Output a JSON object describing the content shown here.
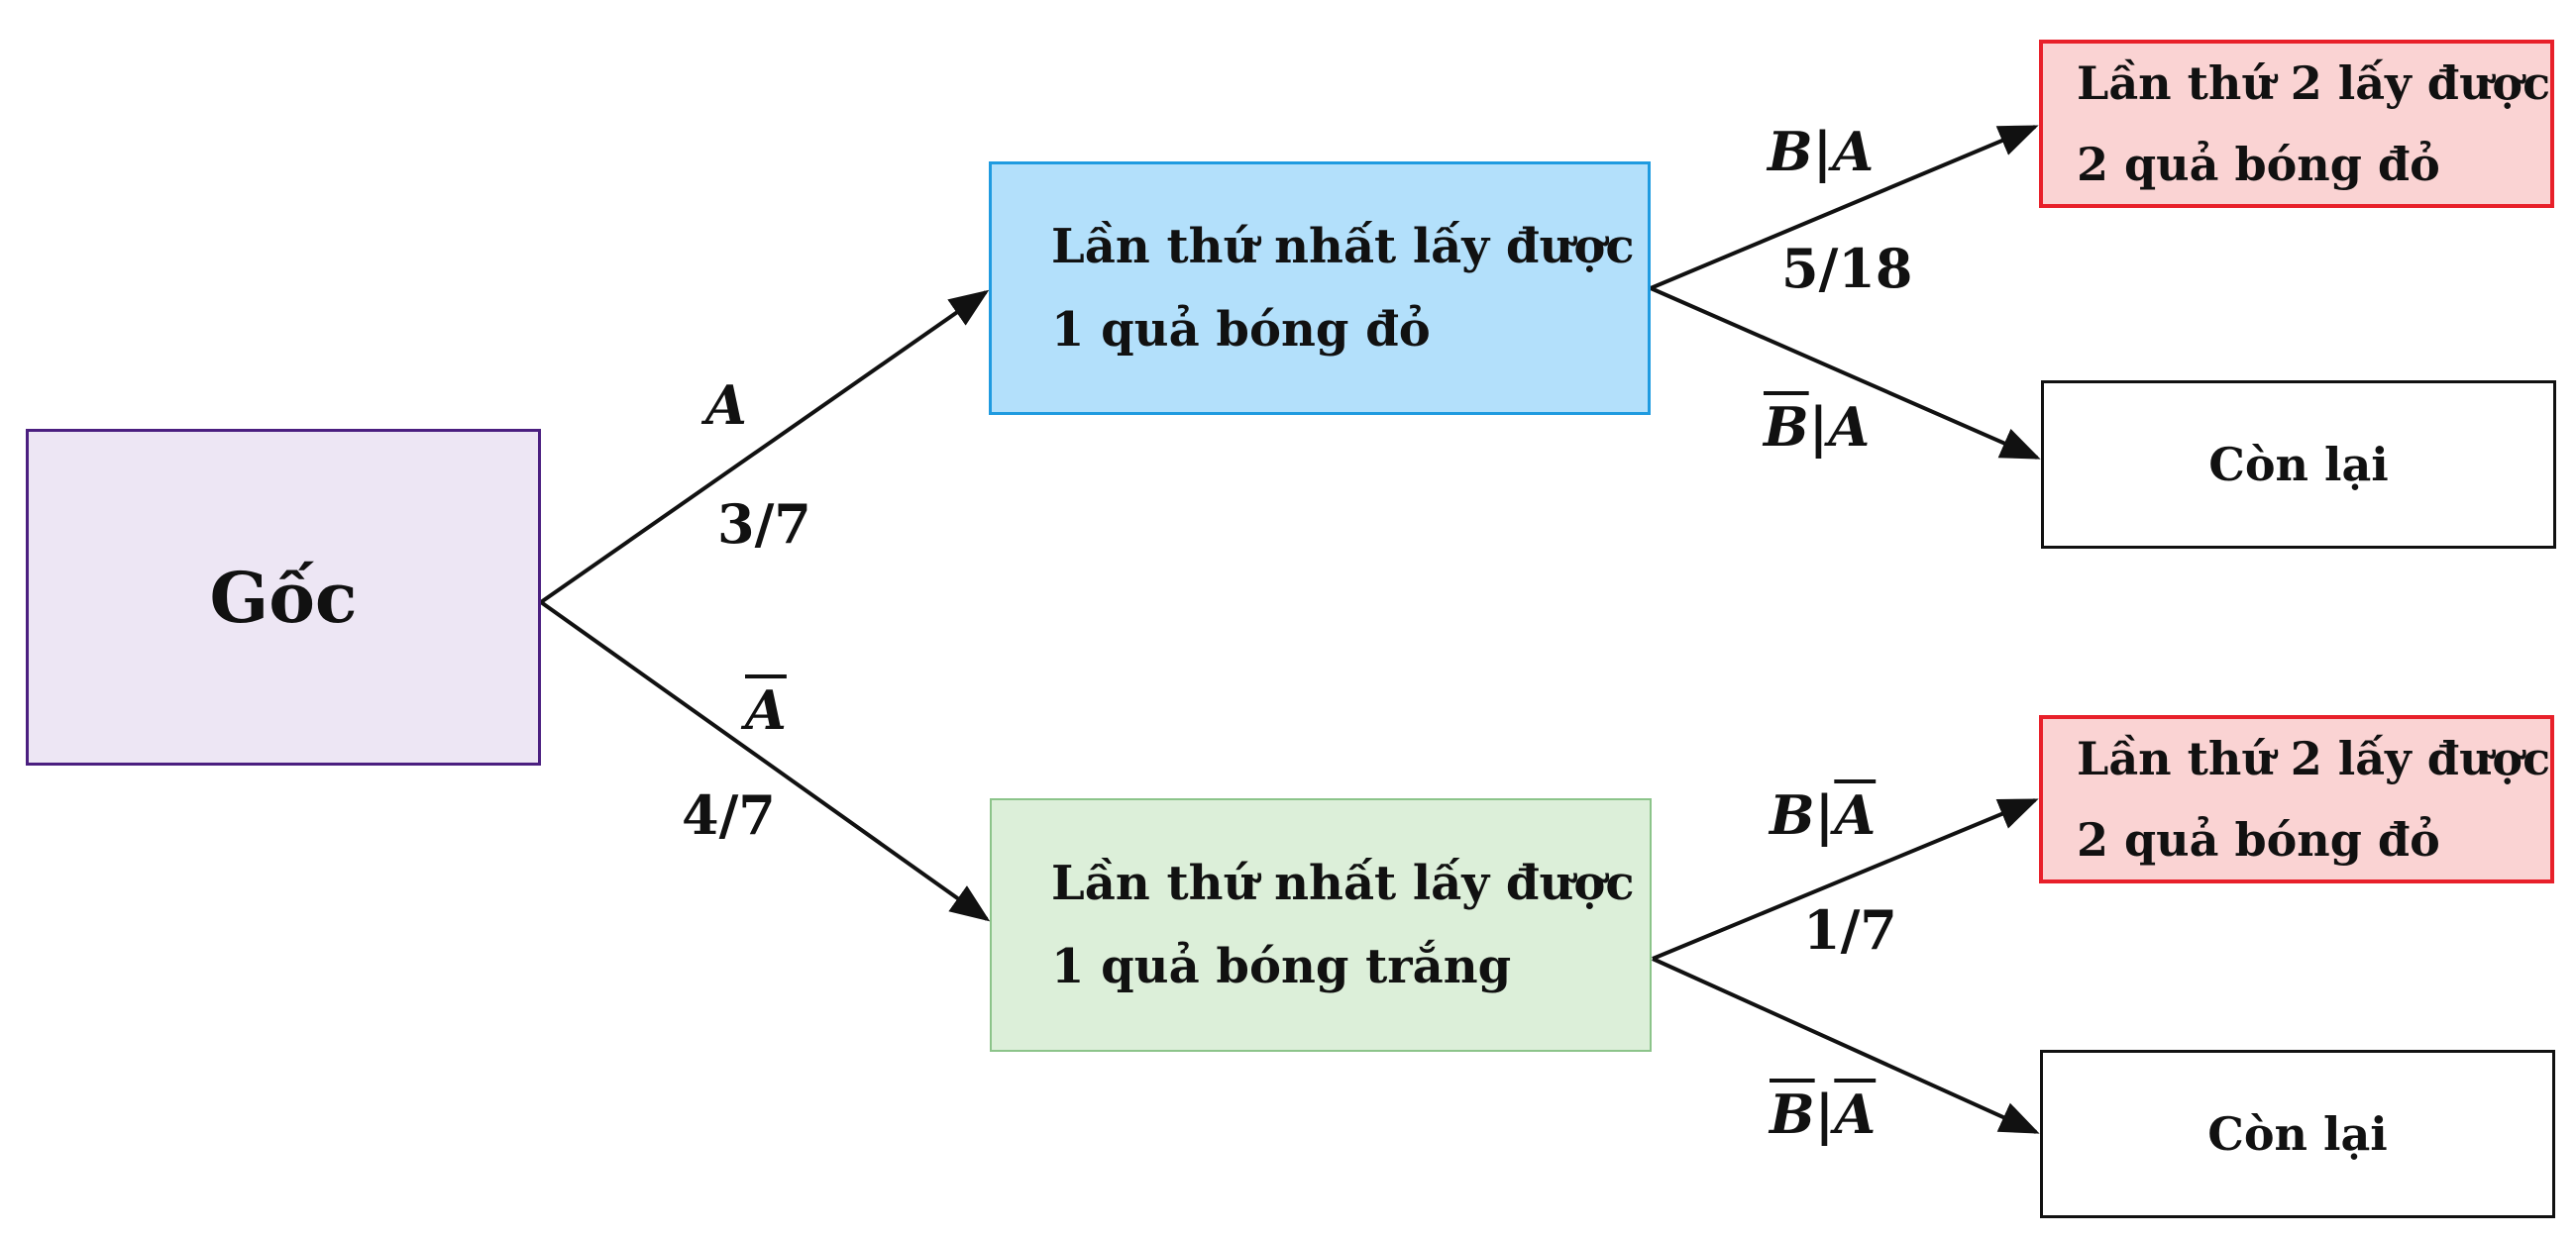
{
  "root": {
    "label": "Gốc"
  },
  "level1": [
    {
      "line1": "Lần thứ nhất lấy được",
      "line2": "1 quả bóng đỏ",
      "edge_event": "A",
      "edge_prob": "3/7"
    },
    {
      "line1": "Lần thứ nhất lấy được",
      "line2": "1 quả bóng trắng",
      "edge_event": "A",
      "edge_prob": "4/7"
    }
  ],
  "leaves": [
    {
      "line1": "Lần thứ 2 lấy được",
      "line2": "2 quả bóng đỏ",
      "edge_event_a": "B",
      "edge_event_b": "A",
      "edge_prob": "5/18"
    },
    {
      "text": "Còn lại",
      "edge_event_a": "B",
      "edge_event_b": "A"
    },
    {
      "line1": "Lần thứ 2 lấy được",
      "line2": "2 quả bóng đỏ",
      "edge_event_a": "B",
      "edge_event_b": "A",
      "edge_prob": "1/7"
    },
    {
      "text": "Còn lại",
      "edge_event_a": "B",
      "edge_event_b": "A"
    }
  ],
  "colors": {
    "root_fill": "#ede6f4",
    "root_border": "#4b1f80",
    "level1_top_fill": "#b3e0fb",
    "level1_top_border": "#1f9be0",
    "level1_bottom_fill": "#dcefd9",
    "level1_bottom_border": "#8cc48a",
    "leaf_red_fill": "#fad3d3",
    "leaf_red_border": "#e8202a",
    "leaf_plain_fill": "#ffffff",
    "leaf_plain_border": "#111111",
    "edge": "#111111"
  }
}
